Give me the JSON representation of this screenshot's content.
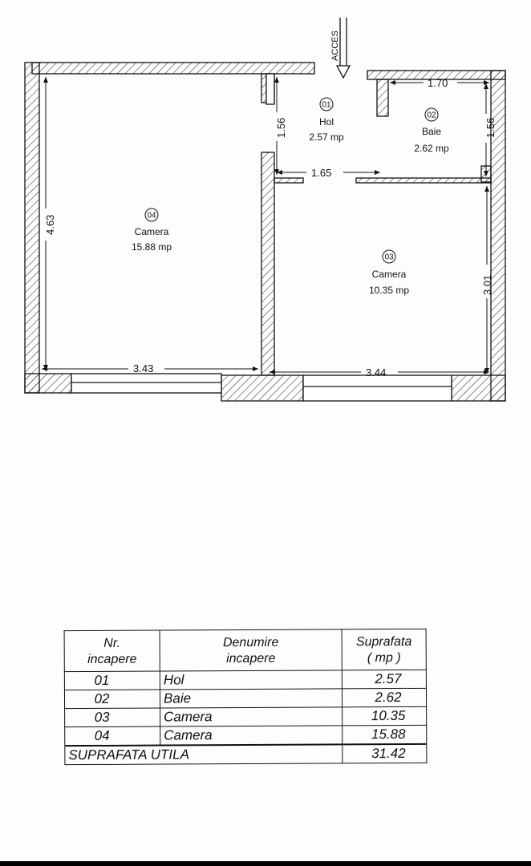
{
  "plan": {
    "access_label": "ACCES",
    "rooms": [
      {
        "number": "01",
        "name": "Hol",
        "area": "2.57 mp"
      },
      {
        "number": "02",
        "name": "Baie",
        "area": "2.62 mp"
      },
      {
        "number": "03",
        "name": "Camera",
        "area": "10.35 mp"
      },
      {
        "number": "04",
        "name": "Camera",
        "area": "15.88 mp"
      }
    ],
    "dimensions": {
      "room04_height": "4.63",
      "room04_width": "3.43",
      "hol_height": "1.56",
      "hol_width": "1.65",
      "baie_width": "1.70",
      "baie_height": "1.56",
      "room03_height": "3.01",
      "room03_width": "3.44"
    }
  },
  "table": {
    "headers": {
      "nr_line1": "Nr.",
      "nr_line2": "incapere",
      "name_line1": "Denumire",
      "name_line2": "incapere",
      "area_line1": "Suprafata",
      "area_line2": "( mp )"
    },
    "rows": [
      {
        "nr": "01",
        "name": "Hol",
        "area": "2.57"
      },
      {
        "nr": "02",
        "name": "Baie",
        "area": "2.62"
      },
      {
        "nr": "03",
        "name": "Camera",
        "area": "10.35"
      },
      {
        "nr": "04",
        "name": "Camera",
        "area": "15.88"
      }
    ],
    "total_label": "SUPRAFATA UTILA",
    "total_value": "31.42"
  }
}
